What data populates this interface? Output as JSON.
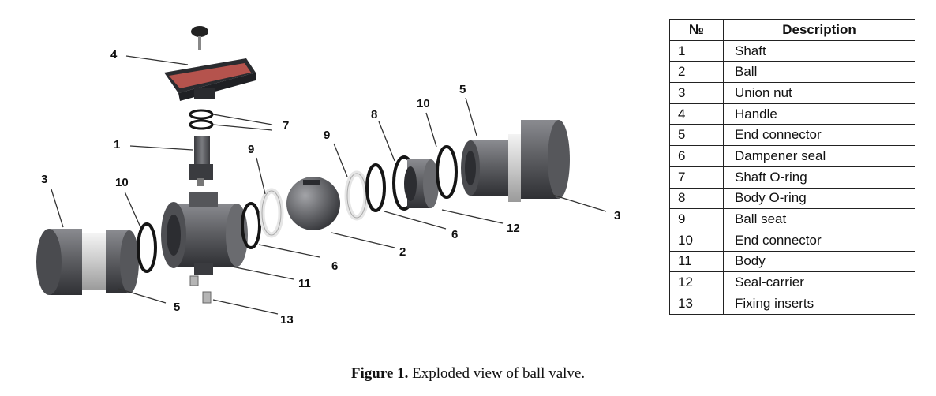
{
  "table": {
    "header": {
      "number": "№",
      "description": "Description"
    },
    "rows": [
      {
        "number": "1",
        "description": "Shaft"
      },
      {
        "number": "2",
        "description": "Ball"
      },
      {
        "number": "3",
        "description": "Union nut"
      },
      {
        "number": "4",
        "description": "Handle"
      },
      {
        "number": "5",
        "description": "End connector"
      },
      {
        "number": "6",
        "description": "Dampener seal"
      },
      {
        "number": "7",
        "description": "Shaft O-ring"
      },
      {
        "number": "8",
        "description": "Body O-ring"
      },
      {
        "number": "9",
        "description": "Ball seat"
      },
      {
        "number": "10",
        "description": "End connector"
      },
      {
        "number": "11",
        "description": "Body"
      },
      {
        "number": "12",
        "description": "Seal-carrier"
      },
      {
        "number": "13",
        "description": "Fixing inserts"
      }
    ]
  },
  "diagram": {
    "callouts": {
      "handle": "4",
      "shaft_orings": "7",
      "shaft": "1",
      "left_union_nut": "3",
      "left_end_oring": "10",
      "left_end_connector": "5",
      "left_ball_seat": "9",
      "left_dampener_seal": "6",
      "body": "11",
      "fixing_inserts": "13",
      "ball": "2",
      "right_ball_seat": "9",
      "body_oring": "8",
      "right_dampener_seal": "6",
      "seal_carrier": "12",
      "right_end_oring": "10",
      "right_end_connector": "5",
      "right_union_nut": "3"
    },
    "colors": {
      "part_gray": "#5f6064",
      "part_dark": "#3c3d41",
      "handle_red": "#b5534d",
      "seal_light": "#e6e6e6",
      "oring_black": "#151515"
    }
  },
  "caption": {
    "label": "Figure 1.",
    "text": " Exploded view of ball valve."
  }
}
